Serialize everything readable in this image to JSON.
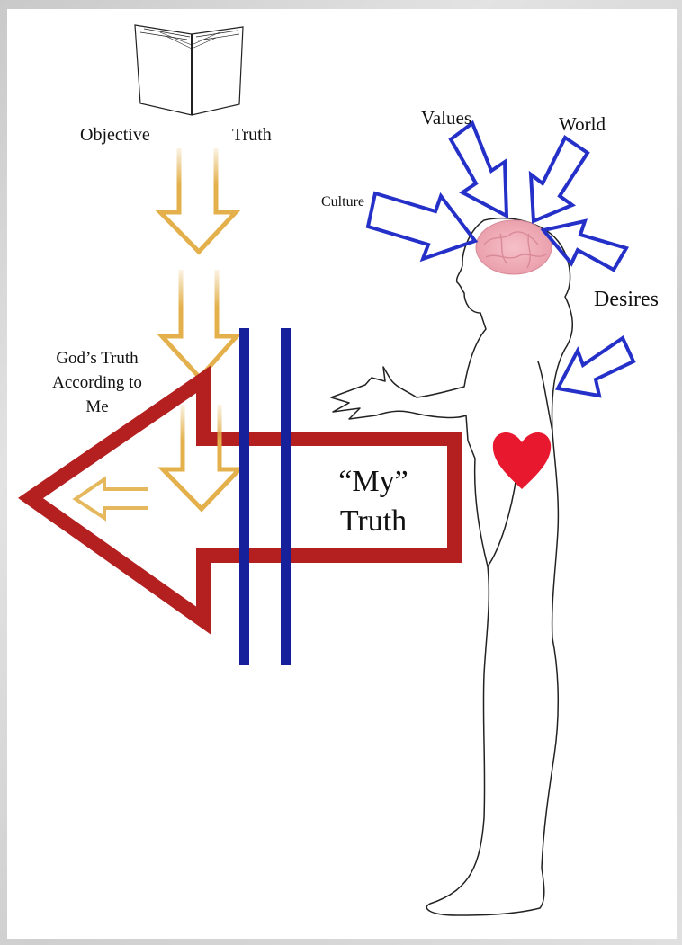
{
  "diagram": {
    "labels": {
      "objective": "Objective",
      "truth": "Truth",
      "values": "Values",
      "world": "World",
      "culture": "Culture",
      "desires": "Desires",
      "gods_truth": [
        "God’s Truth",
        "According to",
        "Me"
      ],
      "my_truth": [
        "“My”",
        "Truth"
      ]
    },
    "colors": {
      "gold_arrow": "#e3b04b",
      "red_arrow": "#b3201f",
      "blue_bars": "#16209a",
      "blue_arrows": "#2430c8",
      "brain": "#f0a8b4",
      "heart": "#e8192f"
    },
    "icons": [
      "book-icon",
      "brain-icon",
      "heart-icon",
      "human-figure"
    ]
  }
}
